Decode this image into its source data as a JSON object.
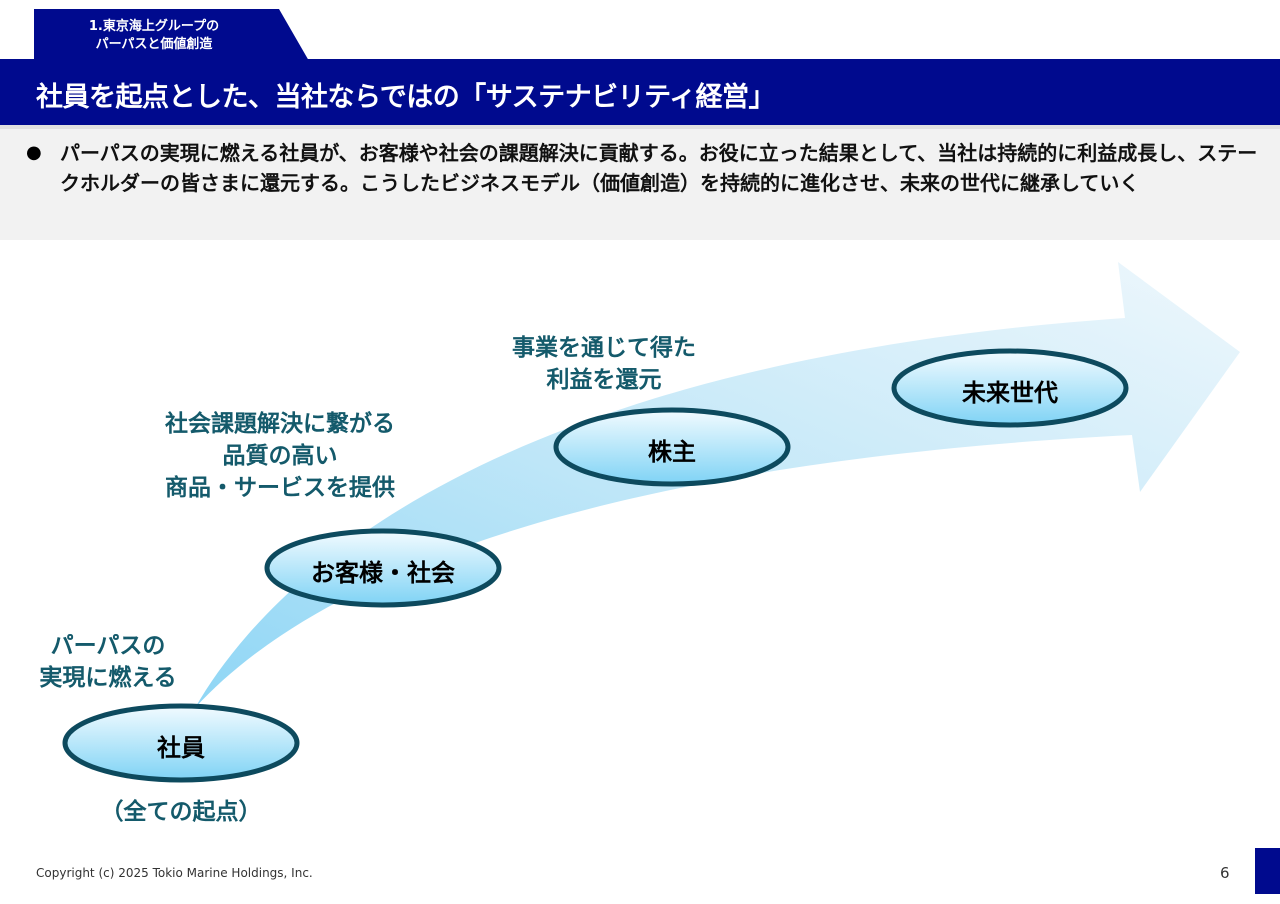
{
  "section_tab": {
    "line1": "1.東京海上グループの",
    "line2": "パーパスと価値創造"
  },
  "title": "社員を起点とした、当社ならではの「サステナビリティ経営」",
  "lead": "パーパスの実現に燃える社員が、お客様や社会の課題解決に貢献する。お役に立った結果として、当社は持続的に利益成長し、ステークホルダーの皆さまに還元する。こうしたビジネスモデル（価値創造）を持続的に進化させ、未来の世代に継承していく",
  "nodes": {
    "employee": "社員",
    "customer": "お客様・社会",
    "shareholder": "株主",
    "future": "未来世代"
  },
  "labels": {
    "employee_l1": "パーパスの",
    "employee_l2": "実現に燃える",
    "employee_sub": "（全ての起点）",
    "customer_l1": "社会課題解決に繋がる",
    "customer_l2": "品質の高い",
    "customer_l3": "商品・サービスを提供",
    "shareholder_l1": "事業を通じて得た",
    "shareholder_l2": "利益を還元"
  },
  "footer": {
    "copyright": "Copyright (c) 2025 Tokio Marine Holdings, Inc.",
    "page": "6"
  },
  "colors": {
    "navy": "#000a8e",
    "label": "#145a6b",
    "ellipse_stroke": "#0d4a5e"
  }
}
